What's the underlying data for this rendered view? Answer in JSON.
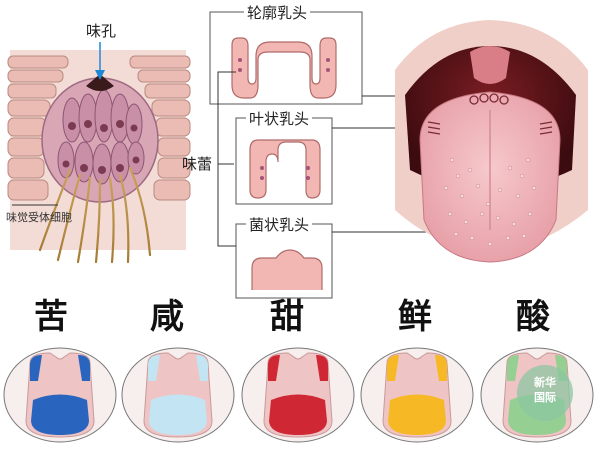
{
  "labels": {
    "taste_pore": "味孔",
    "taste_bud": "味蕾",
    "receptor_cell": "味觉受体细胞",
    "circumvallate": "轮廓乳头",
    "foliate": "叶状乳头",
    "fungiform": "菌状乳头"
  },
  "tastes": [
    {
      "name": "苦",
      "color": "#1e5fbf"
    },
    {
      "name": "咸",
      "color": "#bfe6f5"
    },
    {
      "name": "甜",
      "color": "#cc1f2c"
    },
    {
      "name": "鲜",
      "color": "#f5b81c"
    },
    {
      "name": "酸",
      "color": "#8fd08f"
    }
  ],
  "watermark": {
    "line1": "新华",
    "line2": "国际"
  },
  "colors": {
    "tongue": "#efb0b6",
    "papilla": "#f2b7b2",
    "box_border": "#555555",
    "line": "#333333"
  }
}
